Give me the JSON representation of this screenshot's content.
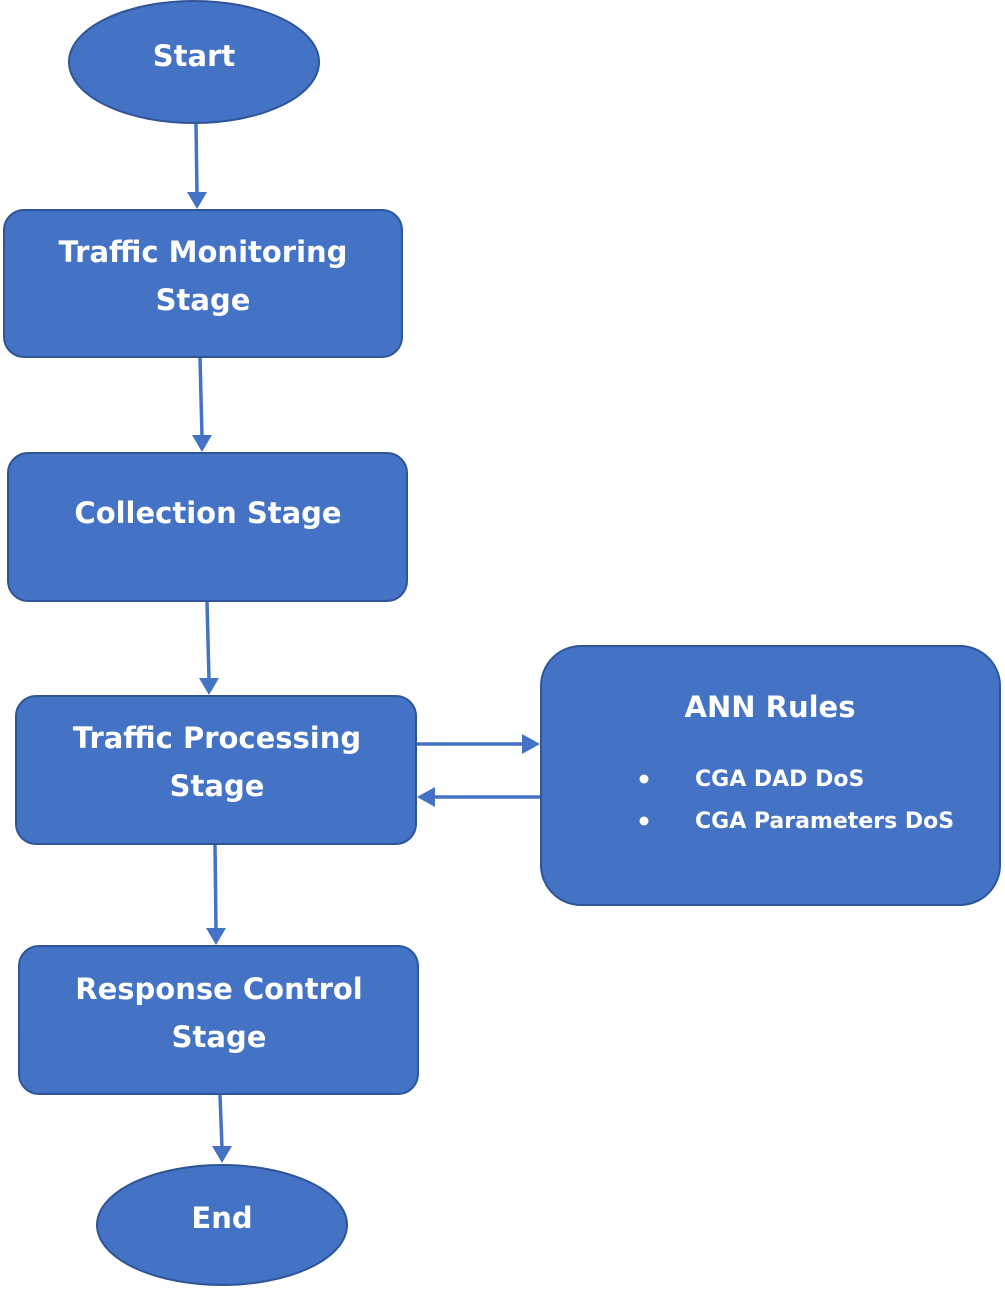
{
  "nodes": {
    "start": {
      "label": "Start"
    },
    "traffic_monitoring": {
      "line1": "Traffic Monitoring",
      "line2": "Stage"
    },
    "collection": {
      "label": "Collection Stage"
    },
    "traffic_processing": {
      "line1": "Traffic Processing",
      "line2": "Stage"
    },
    "ann_rules": {
      "title": "ANN Rules",
      "items": [
        "CGA DAD DoS",
        "CGA Parameters DoS"
      ]
    },
    "response_control": {
      "line1": "Response Control",
      "line2": "Stage"
    },
    "end": {
      "label": "End"
    }
  },
  "colors": {
    "node_fill": "#4472c4",
    "node_border": "#2f5597",
    "text": "#ffffff",
    "connector": "#4472c4"
  }
}
